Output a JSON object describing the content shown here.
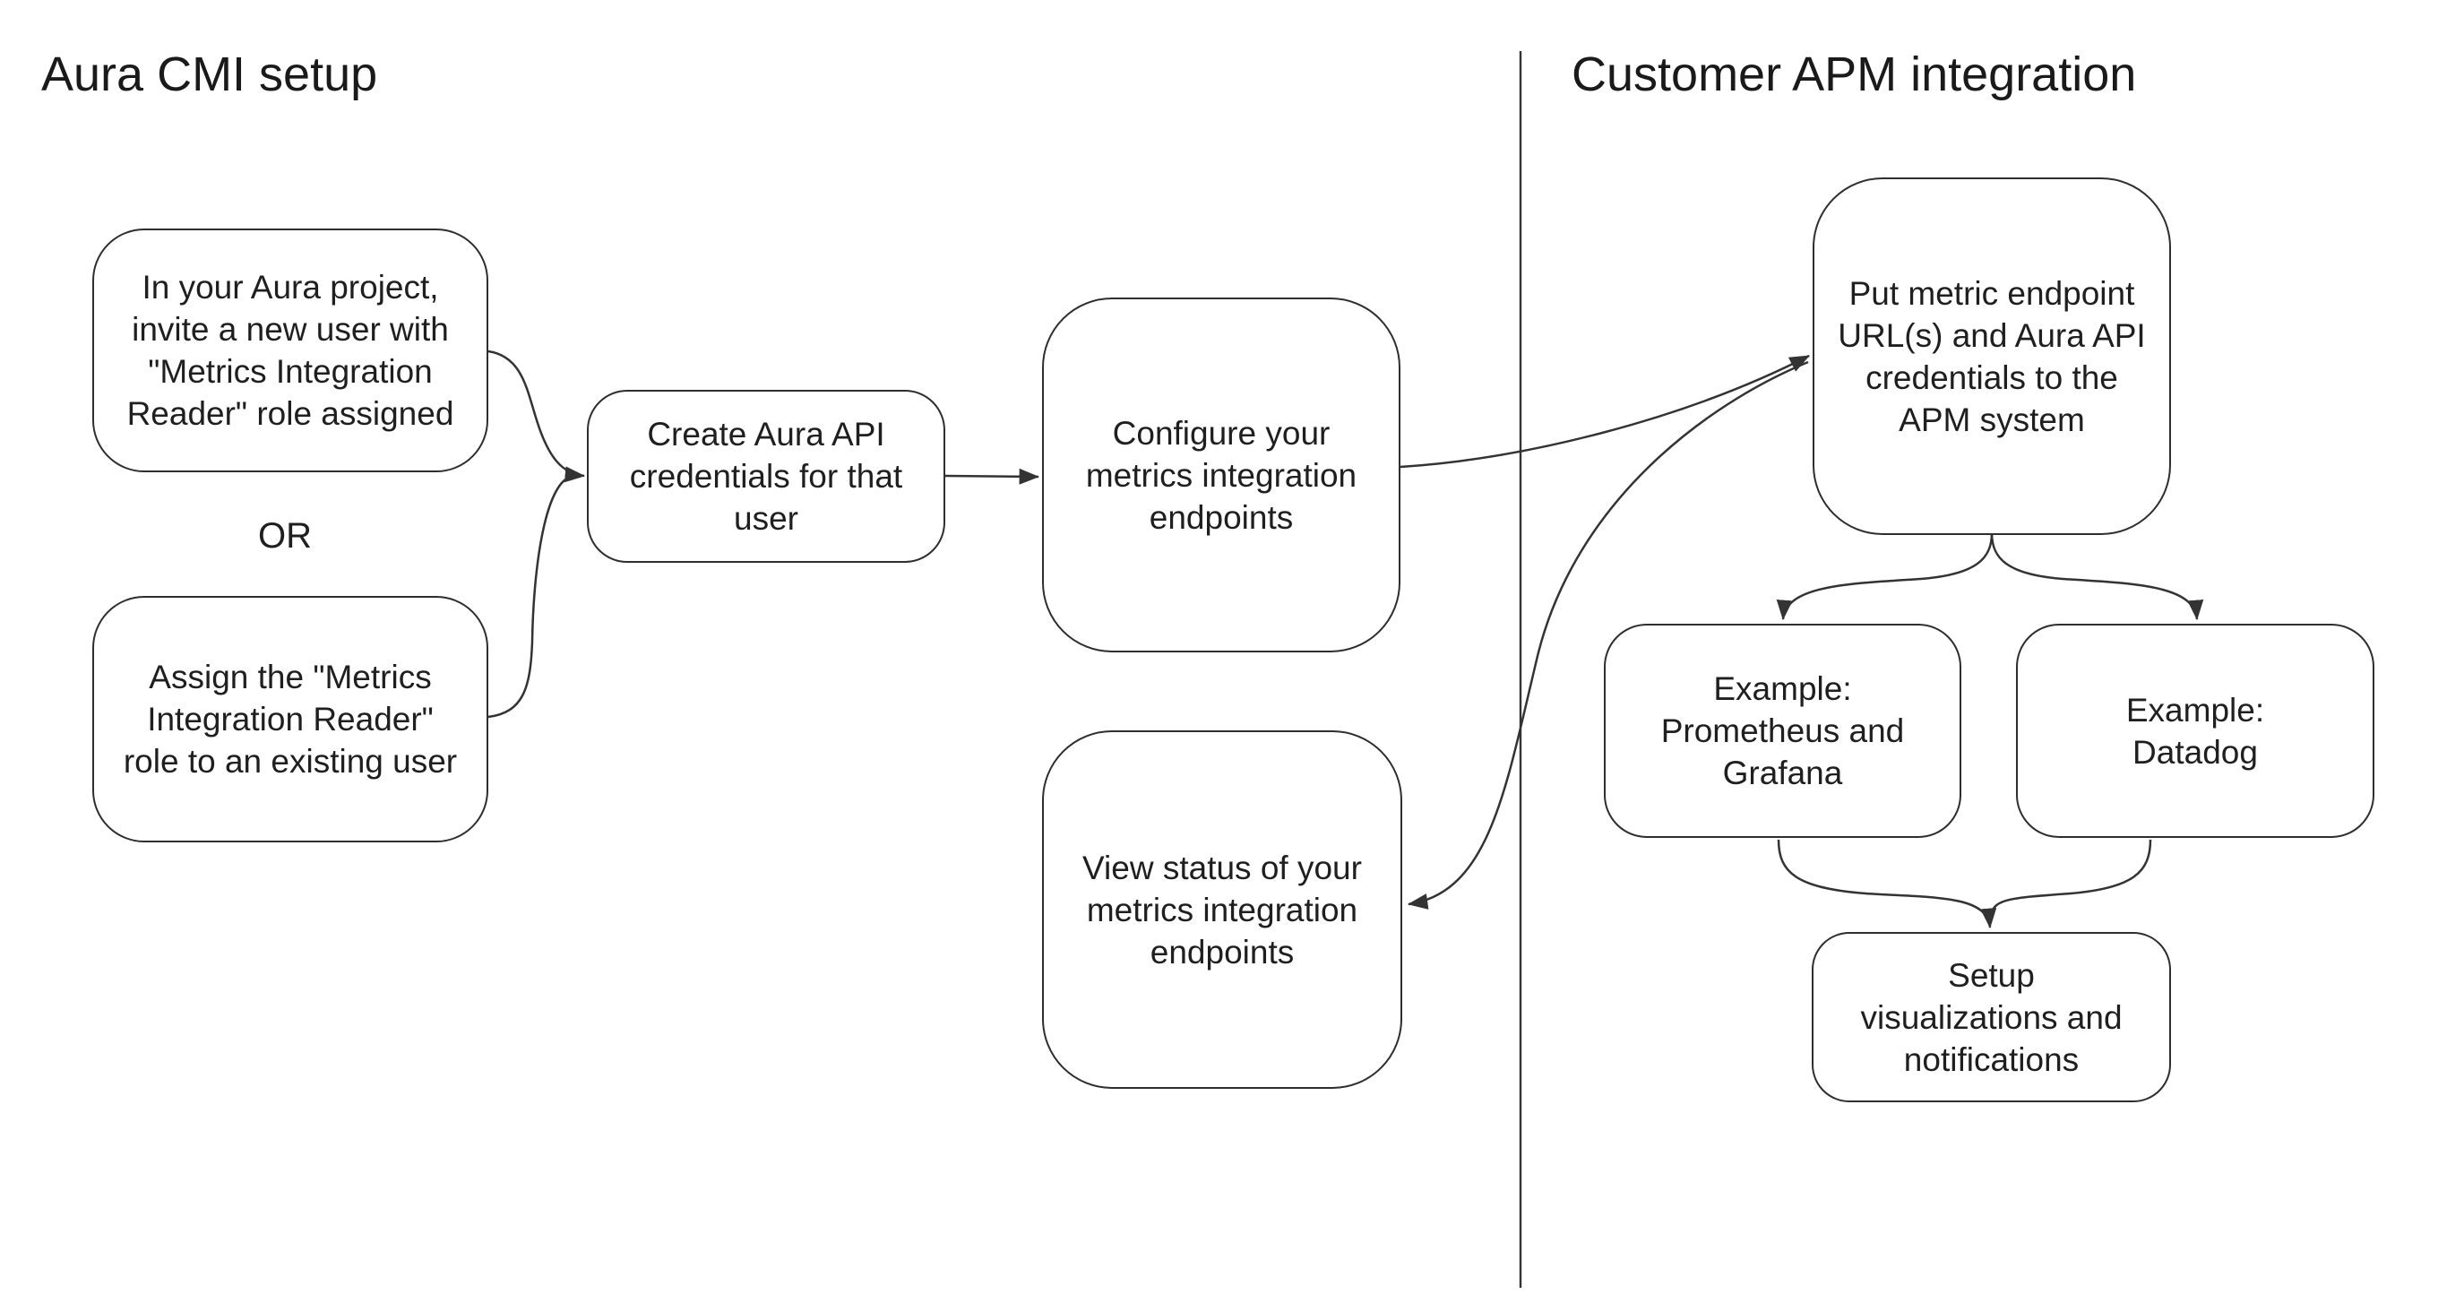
{
  "diagram": {
    "left_section_title": "Aura CMI setup",
    "right_section_title": "Customer APM integration",
    "or_label": "OR",
    "nodes": {
      "invite_new_user": {
        "label": "In your Aura project,\ninvite a new user with\n\"Metrics Integration\nReader\" role assigned"
      },
      "assign_existing_user": {
        "label": "Assign the \"Metrics\nIntegration Reader\"\nrole to an existing user"
      },
      "create_credentials": {
        "label": "Create Aura API\ncredentials for that\nuser"
      },
      "configure_endpoints": {
        "label": "Configure your\nmetrics integration\nendpoints"
      },
      "view_status": {
        "label": "View status of your\nmetrics integration\nendpoints"
      },
      "put_to_apm": {
        "label": "Put metric endpoint\nURL(s) and Aura API\ncredentials to the\nAPM system"
      },
      "example_prometheus": {
        "label": "Example:\nPrometheus and\nGrafana"
      },
      "example_datadog": {
        "label": "Example:\nDatadog"
      },
      "setup_visualizations": {
        "label": "Setup\nvisualizations and\nnotifications"
      }
    },
    "colors": {
      "stroke": "#333333",
      "node_border": "#2e2e2e",
      "text": "#1f1f1f",
      "background": "#ffffff"
    }
  }
}
